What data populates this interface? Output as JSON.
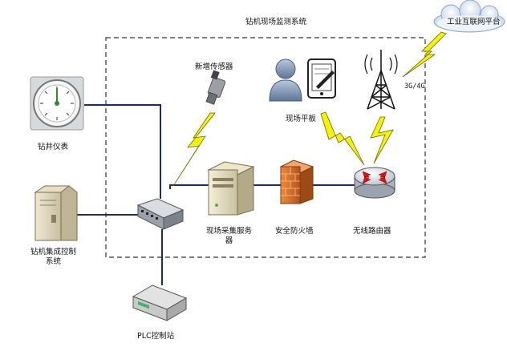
{
  "diagram": {
    "system_title": "钻机现场监测系统",
    "cloud_label": "工业互联网平台",
    "wireless_tag": "3G/4G",
    "nodes": {
      "gauge": "钻井仪表",
      "new_sensor": "新增传感器",
      "tablet": "现场平板",
      "control_system": "钻机集成控制系统",
      "control_system_line1": "钻机集成控制",
      "control_system_line2": "系统",
      "server": "现场采集服务器",
      "server_line1": "现场采集服务",
      "server_line2": "器",
      "firewall": "安全防火墙",
      "router": "无线路由器",
      "plc": "PLC控制站"
    }
  },
  "colors": {
    "link": "#1a2b6e",
    "lightning": "#f4f400",
    "lightning_stroke": "#6a6a00",
    "firewall": "#d2691e",
    "router": "#d0d6df",
    "cloud": "#dfe9f6",
    "dashed_box": "#333333"
  }
}
